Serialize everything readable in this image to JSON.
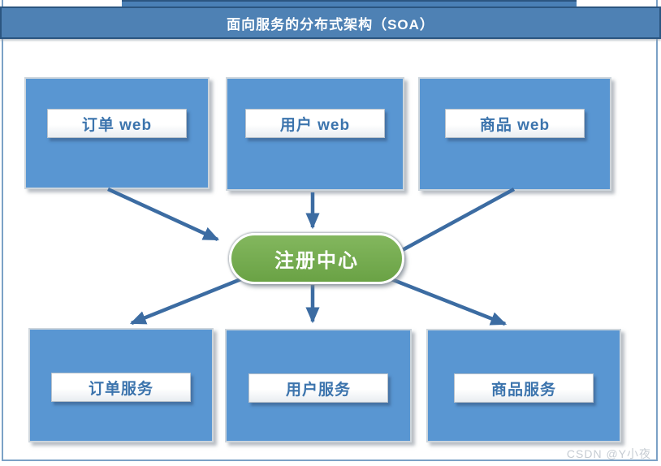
{
  "title": "面向服务的分布式架构（SOA）",
  "diagram": {
    "center": {
      "id": "registry",
      "label": "注册中心"
    },
    "top_nodes": [
      {
        "id": "order-web",
        "label": "订单 web"
      },
      {
        "id": "user-web",
        "label": "用户 web"
      },
      {
        "id": "product-web",
        "label": "商品 web"
      }
    ],
    "bottom_nodes": [
      {
        "id": "order-service",
        "label": "订单服务"
      },
      {
        "id": "user-service",
        "label": "用户服务"
      },
      {
        "id": "product-service",
        "label": "商品服务"
      }
    ],
    "edges": [
      {
        "from": "order-web",
        "to": "registry",
        "arrowhead_visible": true
      },
      {
        "from": "user-web",
        "to": "registry",
        "arrowhead_visible": true
      },
      {
        "from": "product-web",
        "to": "registry",
        "arrowhead_visible": false
      },
      {
        "from": "registry",
        "to": "order-service",
        "arrowhead_visible": true
      },
      {
        "from": "registry",
        "to": "user-service",
        "arrowhead_visible": true
      },
      {
        "from": "registry",
        "to": "product-service",
        "arrowhead_visible": true
      }
    ]
  },
  "watermark": "CSDN @Y小夜",
  "colors": {
    "header_bg": "#4e81b4",
    "header_border": "#2b5580",
    "node_bg": "#5996d2",
    "node_border": "#cdd5dc",
    "label_text": "#3c74ad",
    "pill_green_top": "#83b75e",
    "pill_green_bottom": "#6aa245",
    "arrow": "#3c6ca2",
    "watermark_text": "#c6ccd3"
  }
}
